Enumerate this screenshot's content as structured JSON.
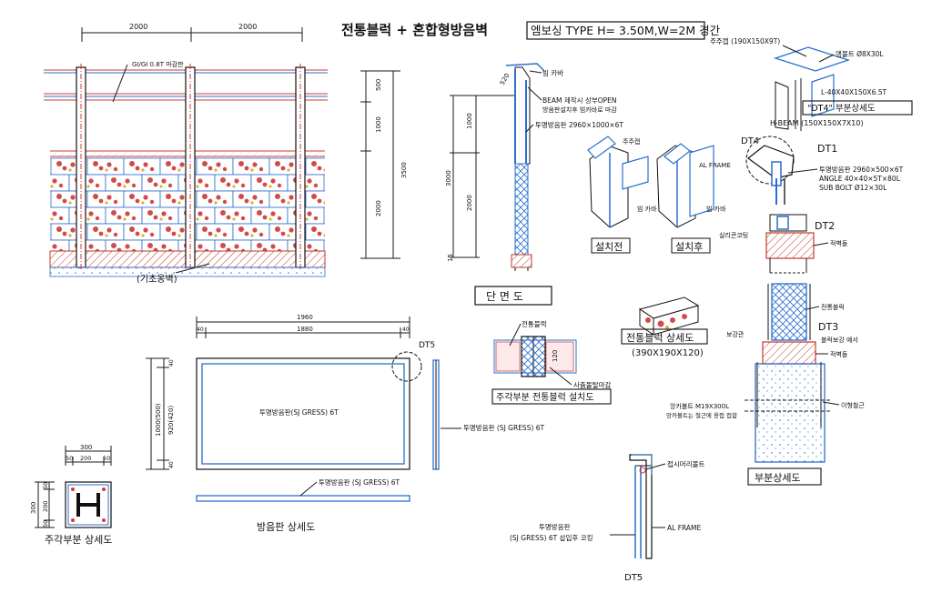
{
  "title": {
    "main": "전통블럭 + 혼합형방음벽",
    "spec": "엠보싱 TYPE H= 3.50M,W=2M 경간"
  },
  "elevation": {
    "span_left": "2000",
    "span_right": "2000",
    "panel_label": "GI/GI 0.8T 마감판",
    "foundation_label": "(기초옹벽)",
    "dim_500": "500",
    "dim_1000": "1000",
    "dim_2000": "2000",
    "dim_3500": "3500"
  },
  "section": {
    "label_beam": "빔 카바",
    "label_open": "BEAM 제작시 상부OPEN",
    "label_finish": "방음판설치후 빔카바로 마감",
    "label_panel": "투명방음판 2960×1000×6T",
    "dim_1000": "1000",
    "dim_3000": "3000",
    "dim_2000": "2000",
    "dim_520": "520",
    "dim_15": "15",
    "caption": "단 면 도"
  },
  "corner_block": {
    "label_block": "전통블럭",
    "label_finish": "사춤몰탈마감",
    "dim": "120",
    "caption": "주각부분 전통블럭 설치도"
  },
  "block_detail": {
    "caption": "전통블럭 상세도",
    "size": "(390X190X120)"
  },
  "install": {
    "label_post_cap": "주주캡",
    "label_frame": "AL FRAME",
    "label_beam_cover": "빔 카바",
    "label_beam_cover2": "빔 카바",
    "before": "설치전",
    "after": "설치후"
  },
  "dt4": {
    "post_cap": "주주캡 (190X150X9T)",
    "bolt": "앵볼트 Ø8X30L",
    "angle": "L-40X40X150X6.5T",
    "caption": "\"DT4\" 부분상세도",
    "hbeam": "H-BEAM (150X150X7X10)"
  },
  "dt1": {
    "tag_dt4": "DT4",
    "tag": "DT1",
    "line1": "투명방음판 2960×500×6T",
    "line2": "ANGLE 40×40×5T×80L",
    "line3": "SUB BOLT Ø12×30L"
  },
  "dt2": {
    "tag": "DT2",
    "sealant": "실리콘코팅",
    "brick": "적벽돌"
  },
  "dt3": {
    "tag": "DT3",
    "block": "전통블럭",
    "reinforce": "보강관",
    "frame": "블럭보강 예서",
    "brick": "적벽돌",
    "anchor1": "앙카볼트 M19X300L",
    "anchor2": "앙카볼트는 철근에 용접 접합",
    "rebar": "이형철근",
    "caption": "부분상세도"
  },
  "panel": {
    "width_outer": "1960",
    "width_inner": "1880",
    "edge_a": "40",
    "edge_b": "40",
    "height_outer": "1000(500)",
    "height_inner": "920(420)",
    "edge_c": "40",
    "edge_d": "40",
    "material_center": "투명방음판(SJ GRESS) 6T",
    "material_side": "투명방음판 (SJ GRESS) 6T",
    "material_bottom": "투명방음판 (SJ GRESS) 6T",
    "detail_tag": "DT5",
    "caption": "방음판 상세도"
  },
  "post_base": {
    "w_total": "300",
    "w_a": "50",
    "w_b": "200",
    "w_c": "50",
    "h_total": "300",
    "h_a": "50",
    "h_b": "200",
    "h_c": "50",
    "caption": "주각부분 상세도"
  },
  "dt5": {
    "bolt": "접시머리볼트",
    "frame": "AL FRAME",
    "panel1": "투명방음판",
    "panel2": "(SJ GRESS) 6T 삽입후 코킹",
    "tag": "DT5"
  }
}
